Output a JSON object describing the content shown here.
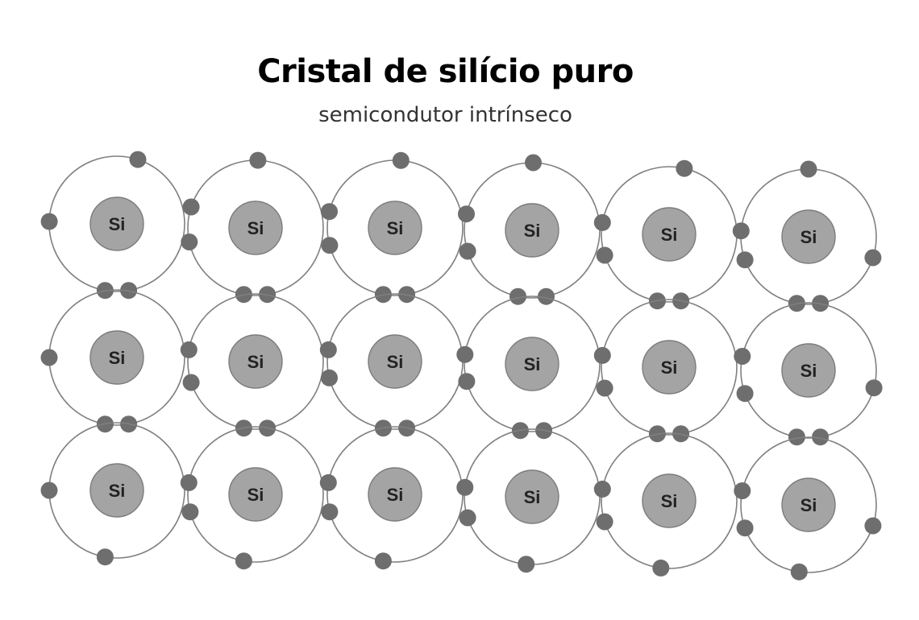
{
  "title": "Cristal de silício puro",
  "subtitle": "semicondutor intrínseco",
  "atom_symbol": "Si",
  "lattice": {
    "rows": 3,
    "columns": 6
  },
  "colors": {
    "orbit": "#808080",
    "nucleus": "#a4a4a4",
    "electron": "#6e6e6e",
    "text": "#222222"
  }
}
